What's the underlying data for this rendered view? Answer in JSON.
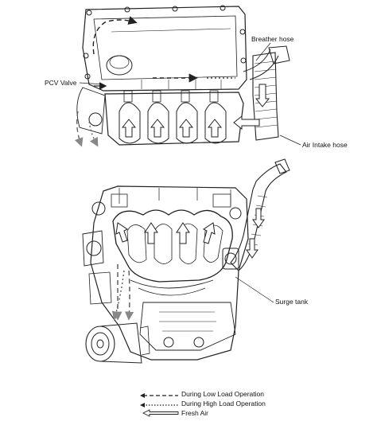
{
  "labels": {
    "breather_hose": "Breather hose",
    "pcv_valve": "PCV Valve",
    "air_intake_hose": "Air Intake hose",
    "surge_tank": "Surge tank"
  },
  "legend": [
    {
      "style": "dashed",
      "label": "During Low Load Operation"
    },
    {
      "style": "dotted",
      "label": "During High Load Operation"
    },
    {
      "style": "hollow-arrow",
      "label": "Fresh Air"
    }
  ],
  "colors": {
    "line": "#222222",
    "arrow_grey": "#8a8a8a",
    "background": "#ffffff"
  }
}
